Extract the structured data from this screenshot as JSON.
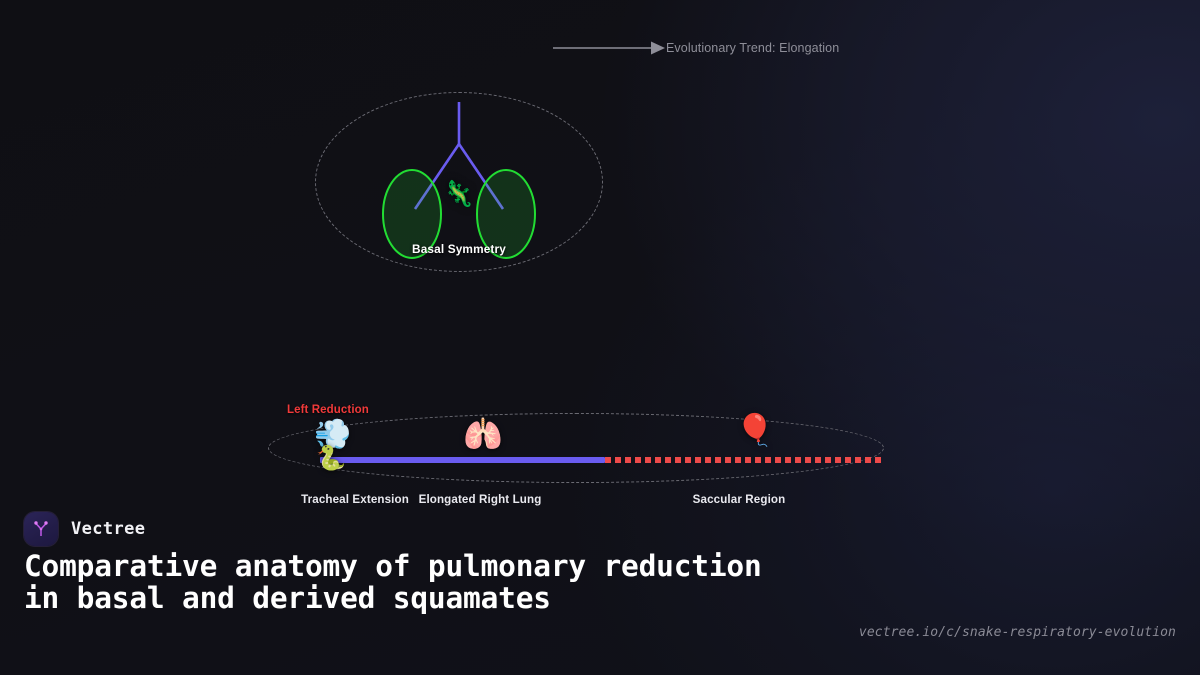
{
  "annotation": {
    "trend_label": "Evolutionary Trend: Elongation",
    "arrow_icon": "right-arrow-icon",
    "arrow_color": "#8e8e98"
  },
  "panels": [
    {
      "id": "basal",
      "caption": "Basal Symmetry",
      "taxon_emoji": "🦎",
      "taxon_icon": "lizard-icon",
      "lung_color": "#22dd33",
      "airway_color": "#6a5cf0",
      "outline_style": "dashed"
    },
    {
      "id": "derived",
      "warning_label": "Left Reduction",
      "warning_color": "#f03a3a",
      "track_solid_color": "#6a5cf0",
      "track_dotted_color": "#ee4a4a",
      "outline_style": "dashed",
      "features": [
        {
          "label": "Tracheal Extension",
          "emoji": "💨",
          "icon": "wind-icon"
        },
        {
          "label": "Elongated Right Lung",
          "emoji": "🫁",
          "icon": "lungs-icon"
        },
        {
          "label": "Saccular Region",
          "emoji": "🎈",
          "icon": "balloon-icon"
        }
      ],
      "taxon_emoji": "🐍",
      "taxon_icon": "snake-icon"
    }
  ],
  "footer": {
    "brand_name": "Vectree",
    "brand_logo_icon": "vectree-tree-logo-icon",
    "brand_accent": "#d66bf0",
    "title": "Comparative anatomy of pulmonary reduction in basal and derived squamates",
    "url": "vectree.io/c/snake-respiratory-evolution"
  }
}
